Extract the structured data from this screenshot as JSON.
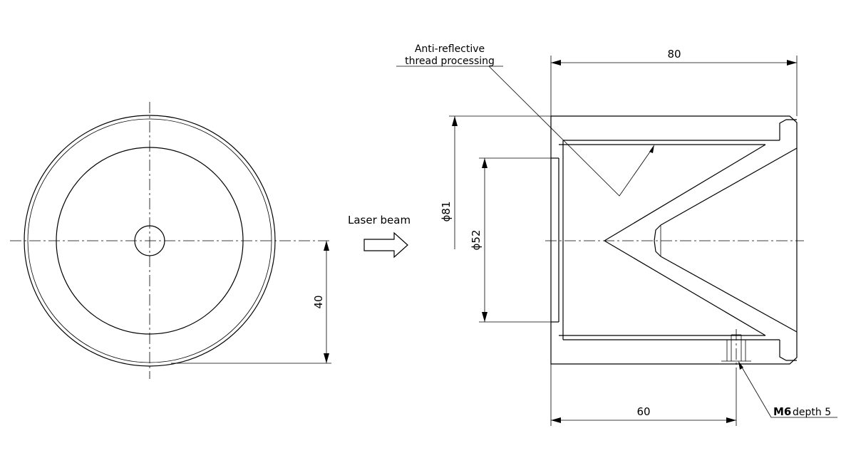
{
  "labels": {
    "anti_reflective_line1": "Anti-reflective",
    "anti_reflective_line2": "thread processing",
    "laser_beam": "Laser beam",
    "dim_overall_length": "80",
    "dim_to_tap": "60",
    "dim_radius": "40",
    "dim_outer_diameter": "ϕ81",
    "dim_inner_diameter": "ϕ52",
    "tap_size": "M6",
    "tap_depth": "depth 5"
  }
}
